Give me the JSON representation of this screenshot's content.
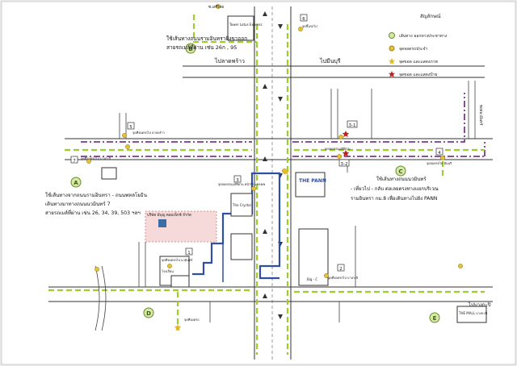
{
  "legend": {
    "title": "สัญลักษณ์",
    "items": [
      {
        "label": "เส้นทาง ออกทางประชาทาง"
      },
      {
        "label": "จุดจอดรถประจำ"
      },
      {
        "label": "จุดขอด และแสดงภาพ"
      },
      {
        "label": "จุดขอด และแสดงป้าย"
      }
    ]
  },
  "zones": {
    "a": "A",
    "b": "B",
    "c": "C",
    "d": "D",
    "e": "E"
  },
  "stop_numbers": {
    "n1": "1",
    "n2": "2",
    "n3": "3",
    "n31": "3-1",
    "n32": "3-2",
    "n4": "4",
    "n5": "5",
    "n6": "6",
    "n7": "7"
  },
  "buildings": {
    "tower": "Tower Lotus Express",
    "thepann": "THE PANN",
    "the_crystal": "The Crystal",
    "big_c": "Big - C",
    "mall": "THE MALL บางกะปิ",
    "company": "บริษัท มีบุญ คอมเพ็กซ์ จำกัด",
    "school": "โรงเรียน"
  },
  "roads": {
    "top_left": "ไปลาดพร้าว",
    "top_right": "ไปมีนบุรี",
    "right": "ไปบางกะปิ",
    "soi_top": "ซ.เสรีไทย",
    "soi_right": "ซอยนวมินทร์"
  },
  "notes": {
    "b_line1": "ใช้เส้นทางถนนรามอินทราฝั่งขาออก",
    "b_line2": "สายรถเมล์ที่ผ่าน เช่น 26ก , 95",
    "a_line1": "ใช้เส้นทางจากถนนรามอินทรา - ถนนพหลโยธิน",
    "a_line2": "เดินทางมาทางถนนนวมินทร์ 7",
    "a_line3": "สายรถเมล์ที่ผ่าน เช่น 26, 34, 39, 503 ฯลฯ",
    "c_line1": "ใช้เส้นทางถนนนวมินทร์",
    "c_line2": "- เที่ยวไป - กลับ ต่อเลยตรงทางแยกบริเวณ",
    "c_line3": "รามอินทรา กม.8 เพื่อเดินทางไปยัง PANN"
  },
  "stop_labels": {
    "s1": "จุดที่จอดรถไป นวมินทร์",
    "s2": "จุดที่จอดรถไป บางกะปิ",
    "s3": "จุดจอดรถเมล์ที่ผ่าน หน้าร้าน PANN",
    "s4": "จุดจอดรถไป มีนบุรี",
    "s5": "จุดที่จอดรถไป ลาดพร้าว",
    "s6": "จุดขึ้นรถไป",
    "s7": "จุดที่จอดรถไป บางกะปิ",
    "s8": "จุดที่จอดรถ",
    "s9": "จุดจอดรถเมล์ที่ผ่าน"
  },
  "colors": {
    "road_green": "#9ccc2e",
    "road_purple": "#7b3a8c",
    "route_blue": "#2f4fa0",
    "marker": "#c89a18",
    "star": "#c02020"
  }
}
